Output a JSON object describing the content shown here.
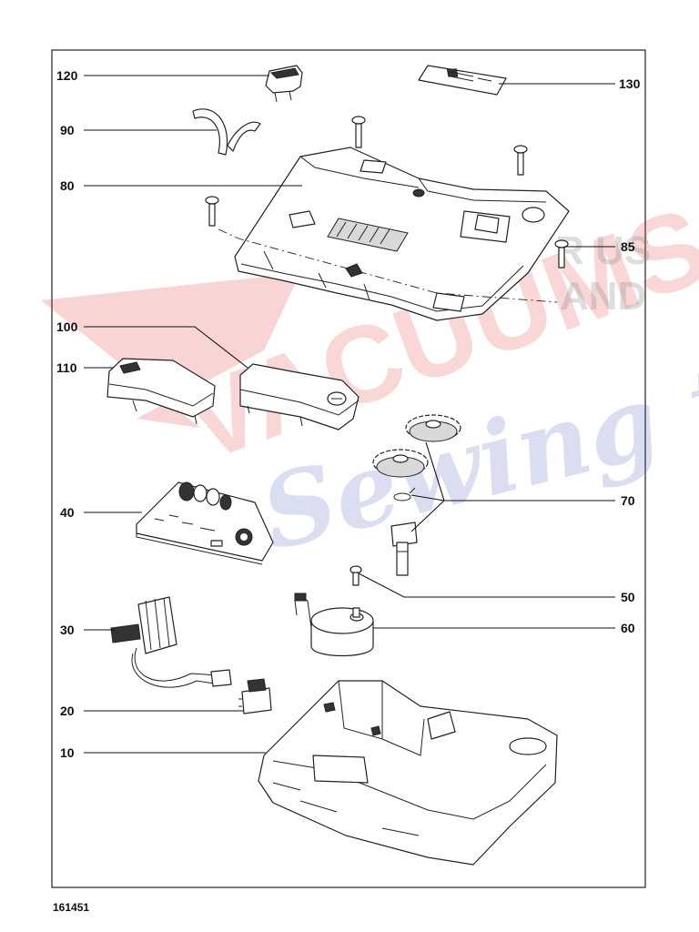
{
  "document": {
    "number": "161451"
  },
  "watermark": {
    "main_text": "VACUUMS",
    "suffix_line1": "R US",
    "suffix_line2": "AND",
    "script_text": "Sewing too"
  },
  "callouts": [
    {
      "id": "120",
      "part": "switch-button"
    },
    {
      "id": "90",
      "part": "flexible-strip"
    },
    {
      "id": "80",
      "part": "upper-housing"
    },
    {
      "id": "130",
      "part": "label-plate"
    },
    {
      "id": "85",
      "part": "screws"
    },
    {
      "id": "100",
      "part": "right-handle-cover"
    },
    {
      "id": "110",
      "part": "left-handle-cover"
    },
    {
      "id": "40",
      "part": "circuit-board"
    },
    {
      "id": "70",
      "part": "gear-assembly"
    },
    {
      "id": "50",
      "part": "screw"
    },
    {
      "id": "60",
      "part": "motor"
    },
    {
      "id": "30",
      "part": "wiring-harness"
    },
    {
      "id": "20",
      "part": "switch"
    },
    {
      "id": "10",
      "part": "lower-housing"
    }
  ]
}
